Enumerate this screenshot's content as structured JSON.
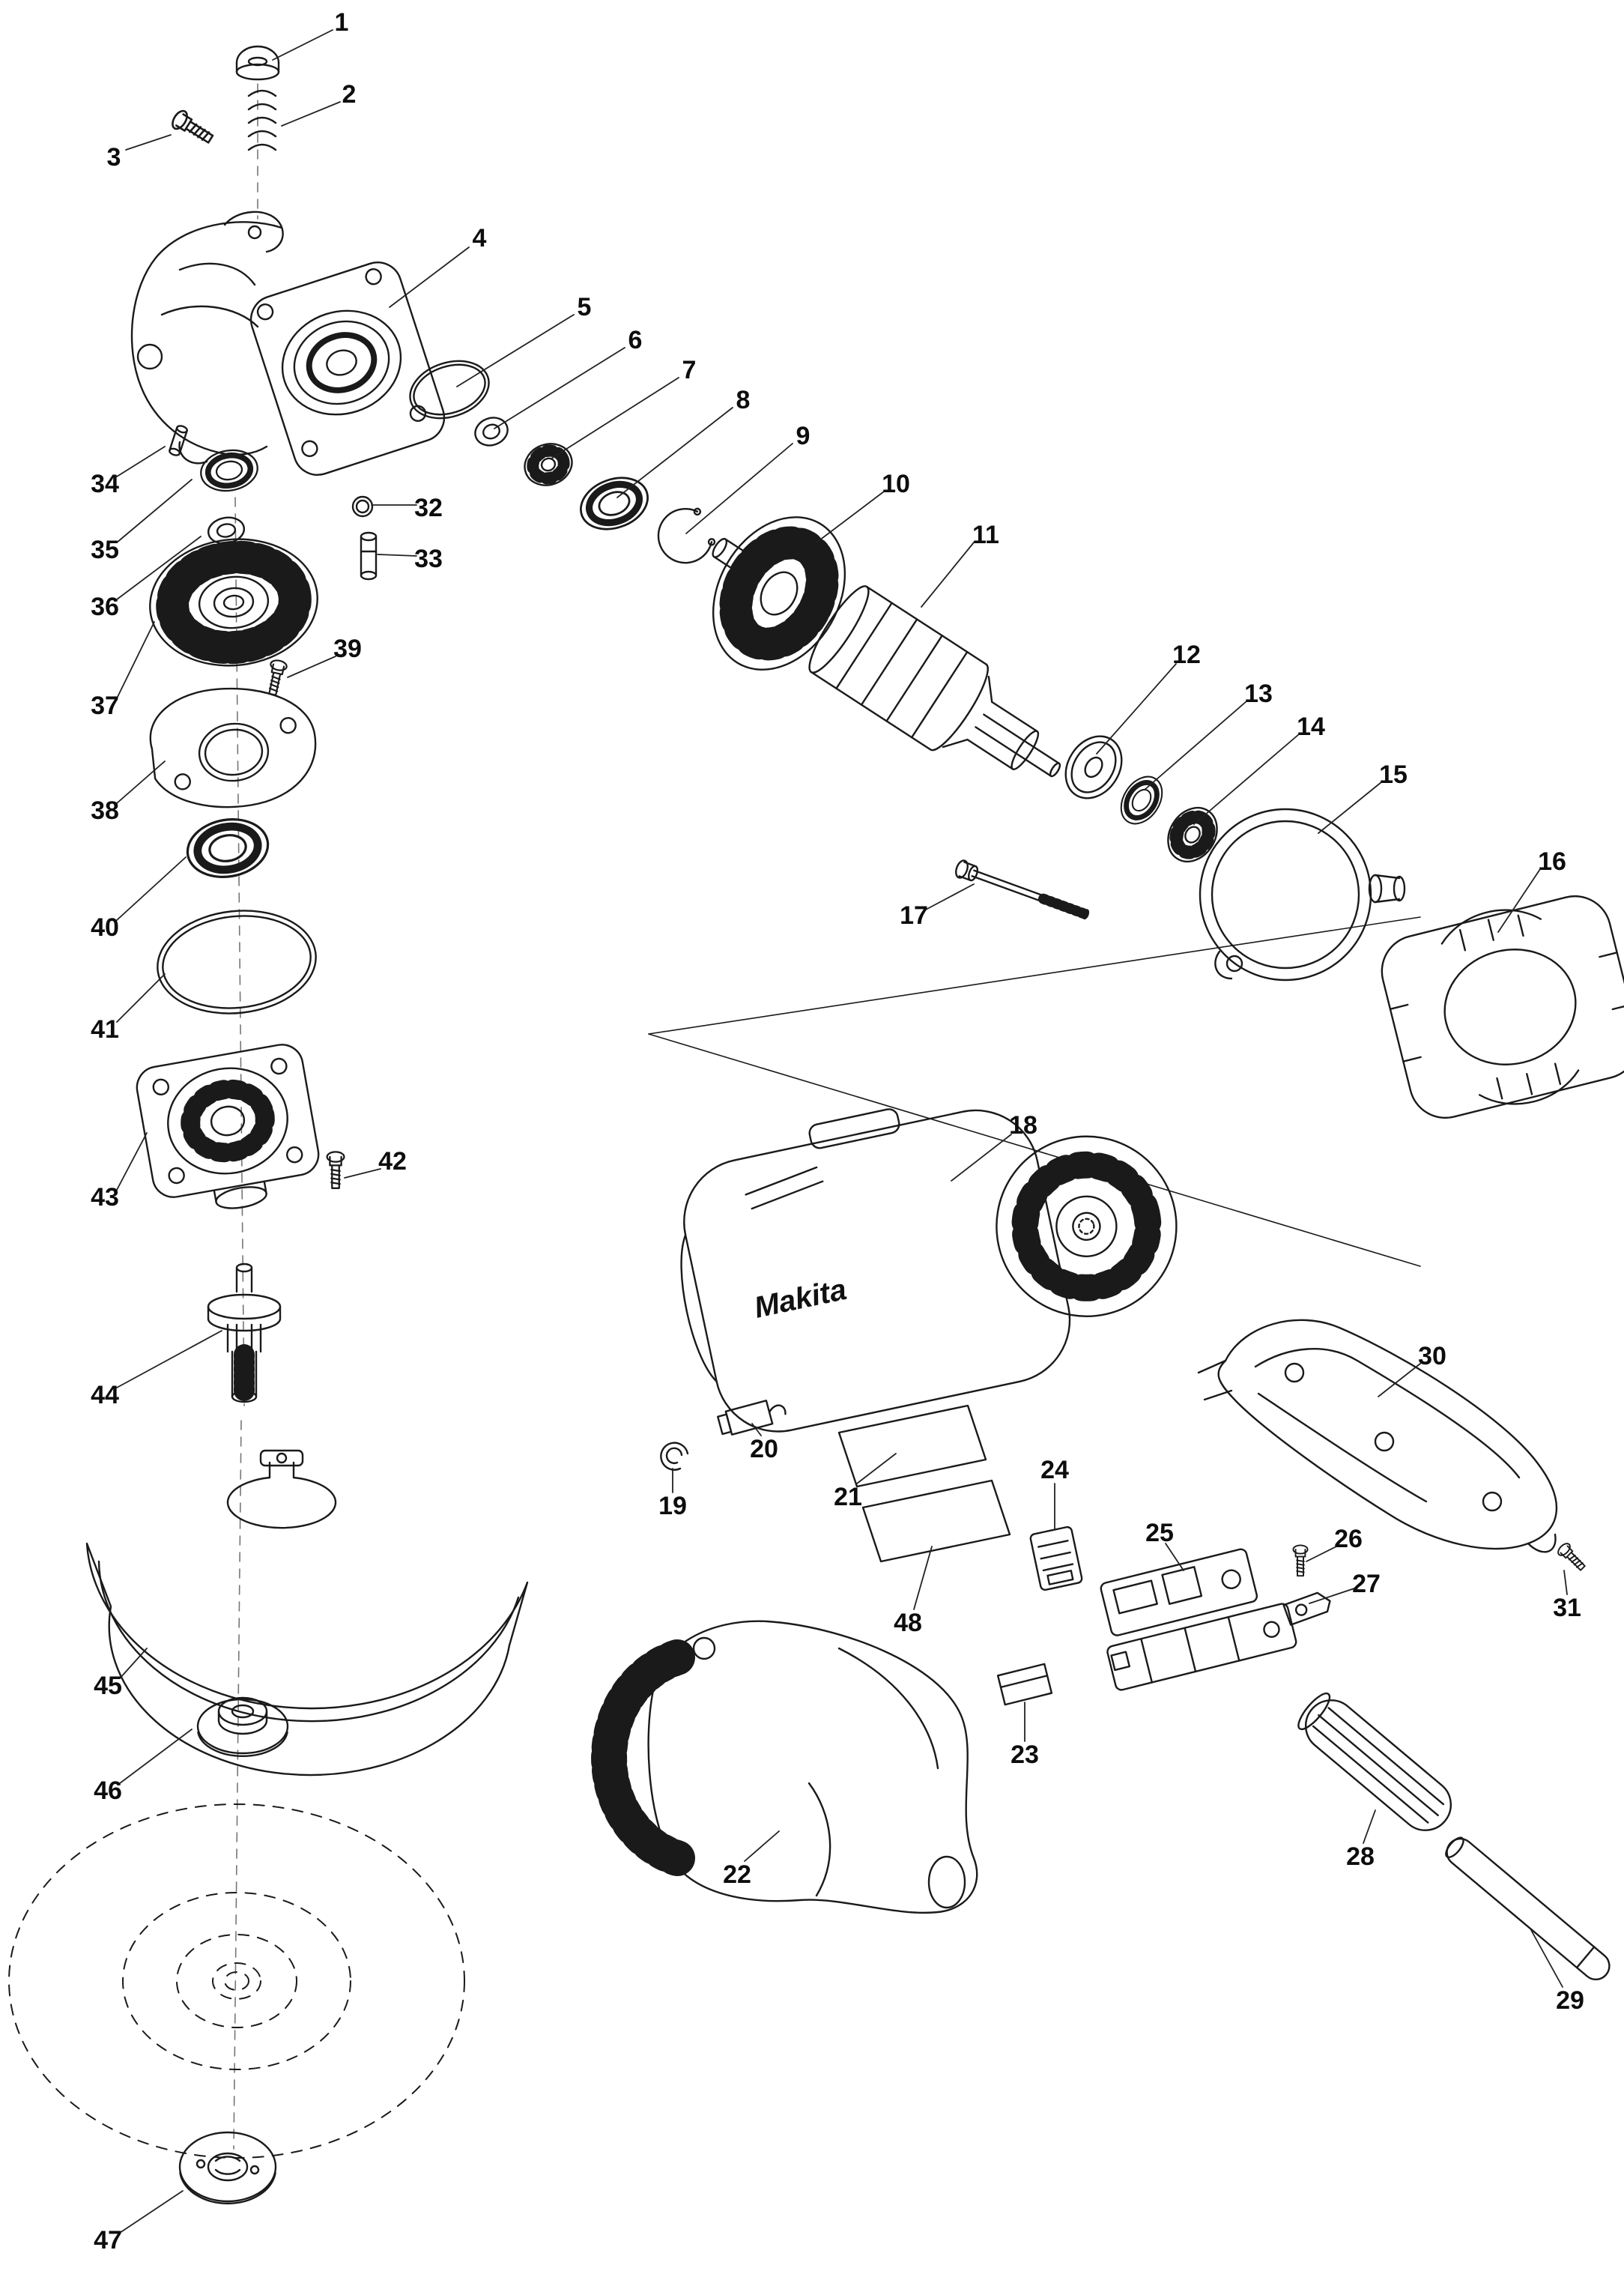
{
  "diagram": {
    "type": "exploded-parts-diagram",
    "brand_logo": "Makita",
    "part_labels": [
      "1",
      "2",
      "3",
      "4",
      "5",
      "6",
      "7",
      "8",
      "9",
      "10",
      "11",
      "12",
      "13",
      "14",
      "15",
      "16",
      "17",
      "18",
      "19",
      "20",
      "21",
      "22",
      "23",
      "24",
      "25",
      "26",
      "27",
      "28",
      "29",
      "30",
      "31",
      "32",
      "33",
      "34",
      "35",
      "36",
      "37",
      "38",
      "39",
      "40",
      "41",
      "42",
      "43",
      "44",
      "45",
      "46",
      "47",
      "48"
    ]
  }
}
